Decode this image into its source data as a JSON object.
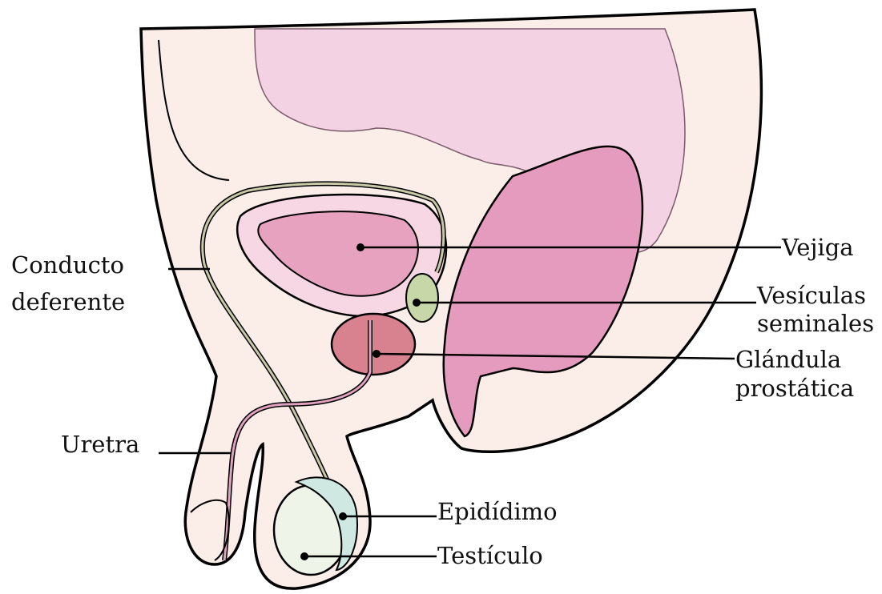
{
  "labels": {
    "vas_deferens": [
      "Conducto",
      "deferente"
    ],
    "urethra": "Uretra",
    "bladder": "Vejiga",
    "seminal_vesicles": [
      "Vesículas",
      "seminales"
    ],
    "prostate": [
      "Glándula",
      "prostática"
    ],
    "epididymis": "Epidídimo",
    "testicle": "Testículo"
  },
  "colors": {
    "skin": "#fbeee8",
    "bowel": "#f3d3e3",
    "rectum": "#e59bbd",
    "bladder_wall": "#f7d7e4",
    "bladder_lumen": "#e7a2bf",
    "prostate": "#d9828f",
    "seminal_vesicle": "#c8d7a8",
    "vas": "#c9c9a8",
    "urethra": "#e1a2bf",
    "testis": "#eef5e8",
    "epididymis": "#cfe9e2",
    "outline": "#000000"
  }
}
